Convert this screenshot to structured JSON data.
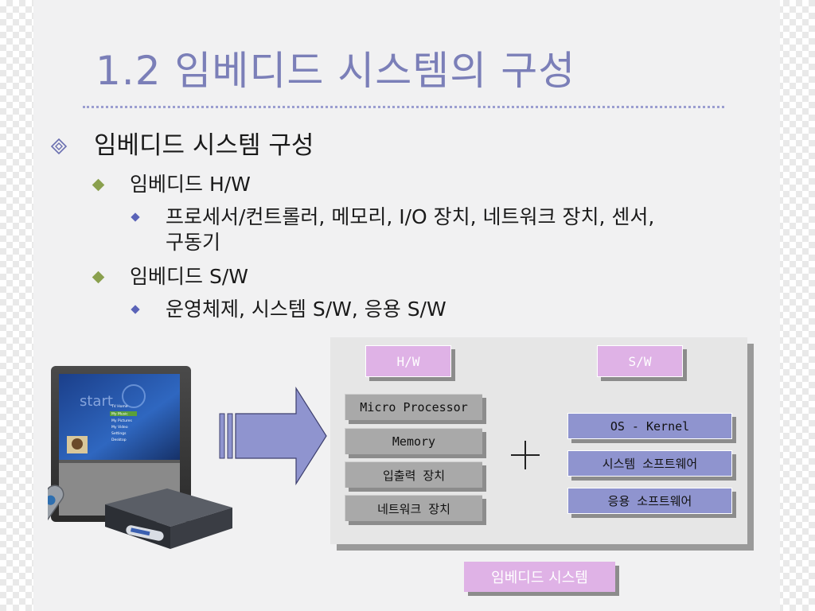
{
  "title": "1.2 임베디드 시스템의 구성",
  "bullets": {
    "level1": "임베디드 시스템 구성",
    "hw_label": "임베디드 H/W",
    "hw_detail_line1": "프로세서/컨트롤러, 메모리,  I/O 장치, 네트워크 장치, 센서,",
    "hw_detail_line2": "구동기",
    "sw_label": "임베디드 S/W",
    "sw_detail": "운영체제, 시스템 S/W, 응용 S/W"
  },
  "diagram": {
    "hw_tag": "H/W",
    "sw_tag": "S/W",
    "hw_items": [
      "Micro Processor",
      "Memory",
      "입출력 장치",
      "네트워크 장치"
    ],
    "sw_items": [
      "OS - Kernel",
      "시스템 소프트웨어",
      "응용 소프트웨어"
    ],
    "plus": "+",
    "system_tag": "임베디드 시스템"
  },
  "tv_screen": {
    "start_text": "start",
    "menu_items": [
      "TV Home",
      "My Music",
      "My Pictures",
      "My Video",
      "Settings",
      "Desktop"
    ]
  },
  "colors": {
    "title": "#7b7fb8",
    "bullet_level2": "#8aa04e",
    "bullet_level3": "#5a63b8",
    "tag_pink": "#dfb2e6",
    "hw_gray": "#a9a9a9",
    "sw_blue": "#8f94cf"
  }
}
